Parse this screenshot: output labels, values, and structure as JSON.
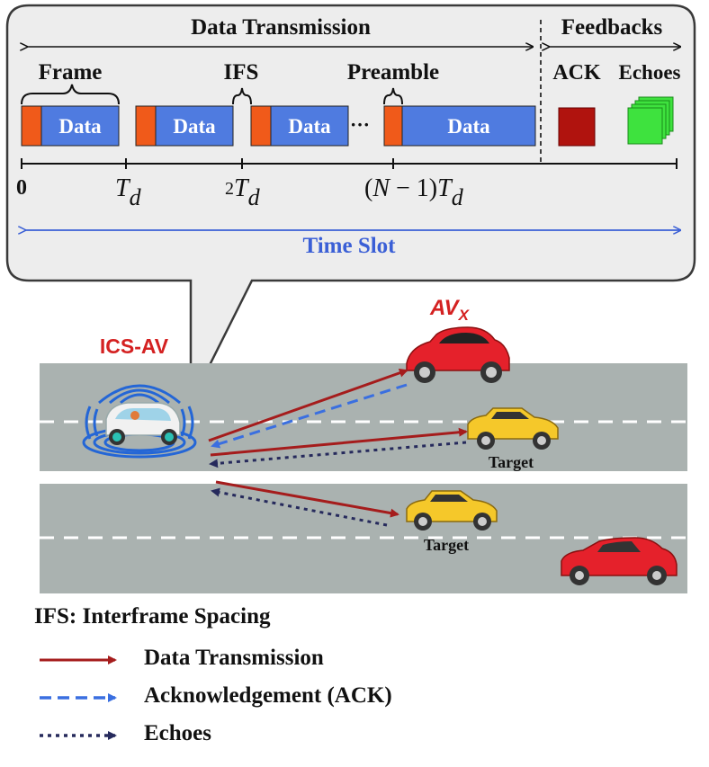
{
  "timeline": {
    "data_transmission_label": "Data Transmission",
    "feedbacks_label": "Feedbacks",
    "frame_label": "Frame",
    "ifs_label": "IFS",
    "preamble_label": "Preamble",
    "ack_label": "ACK",
    "echoes_label": "Echoes",
    "data_block_label": "Data",
    "ellipsis": "···",
    "tick_zero": "0",
    "time_slot_label": "Time Slot",
    "colors": {
      "preamble": "#f05a1a",
      "data": "#4f7be0",
      "ack": "#b0130e",
      "echoes": "#3ee23e",
      "time_slot": "#3a5fd6"
    }
  },
  "scene": {
    "ics_av_label": "ICS-AV",
    "av_x_label": "AV",
    "av_x_sub": "X",
    "target_label": "Target",
    "colors": {
      "road": "#aab2b0",
      "data_arrow": "#a51c1c",
      "ack_arrow": "#3a6fe0",
      "echo_arrow": "#262a5c",
      "red_car": "#e5212b",
      "yellow_car": "#f5c82a"
    }
  },
  "legend": {
    "title": "IFS: Interframe Spacing",
    "items": [
      {
        "label": "Data Transmission"
      },
      {
        "label": "Acknowledgement (ACK)"
      },
      {
        "label": "Echoes"
      }
    ]
  }
}
